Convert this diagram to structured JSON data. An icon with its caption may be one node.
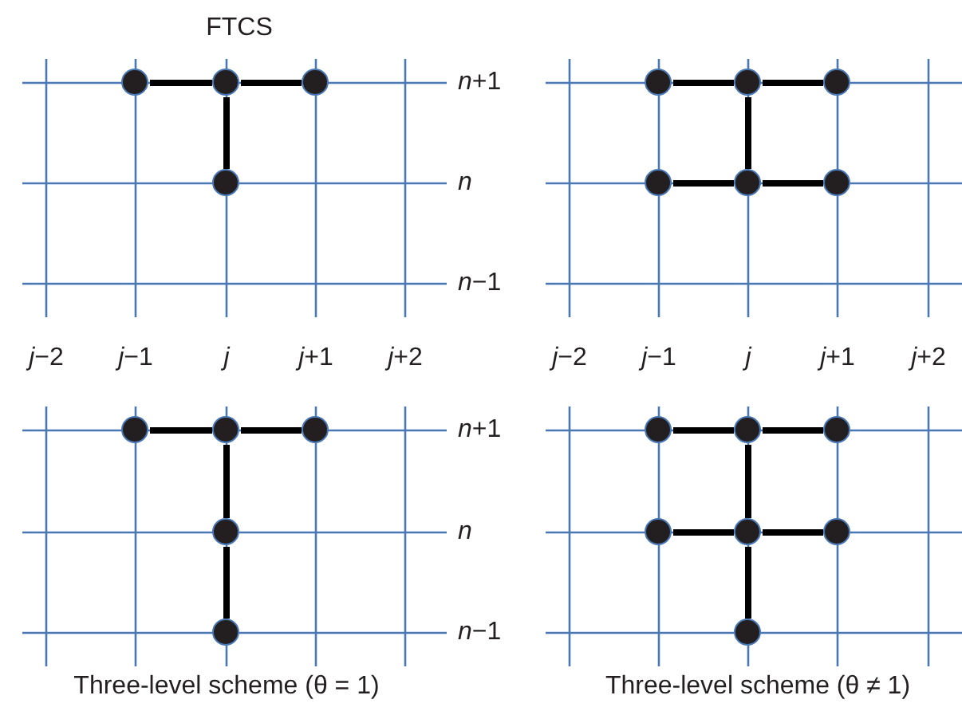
{
  "diagram": {
    "nodes": [
      {
        "text": [],
        "shape": "circle"
      },
      {
        "text": [],
        "shape": "circle"
      },
      {
        "text": [],
        "shape": "circle"
      },
      {
        "text": [],
        "shape": "circle"
      },
      {
        "text": [],
        "shape": "circle"
      },
      {
        "text": [],
        "shape": "circle"
      },
      {
        "text": [],
        "shape": "circle"
      },
      {
        "text": [],
        "shape": "circle"
      },
      {
        "text": [],
        "shape": "circle"
      },
      {
        "text": [],
        "shape": "circle"
      },
      {
        "text": [],
        "shape": "circle"
      },
      {
        "text": [],
        "shape": "circle"
      },
      {
        "text": [],
        "shape": "circle"
      },
      {
        "text": [],
        "shape": "circle"
      },
      {
        "text": [],
        "shape": "circle"
      },
      {
        "text": [],
        "shape": "circle"
      },
      {
        "text": [],
        "shape": "circle"
      },
      {
        "text": [],
        "shape": "circle"
      },
      {
        "text": [],
        "shape": "circle"
      },
      {
        "text": [],
        "shape": "circle"
      },
      {
        "text": [],
        "shape": "circle"
      },
      {
        "text": [],
        "shape": "circle"
      }
    ],
    "edges": [
      {
        "from": 0,
        "to": 1,
        "arrow": "none"
      },
      {
        "from": 1,
        "to": 2,
        "arrow": "none"
      },
      {
        "from": 1,
        "to": 3,
        "arrow": "none"
      },
      {
        "from": 4,
        "to": 5,
        "arrow": "none"
      },
      {
        "from": 5,
        "to": 6,
        "arrow": "none"
      },
      {
        "from": 5,
        "to": 8,
        "arrow": "none"
      },
      {
        "from": 7,
        "to": 8,
        "arrow": "none"
      },
      {
        "from": 8,
        "to": 9,
        "arrow": "none"
      },
      {
        "from": 10,
        "to": 11,
        "arrow": "none"
      },
      {
        "from": 11,
        "to": 12,
        "arrow": "none"
      },
      {
        "from": 11,
        "to": 13,
        "arrow": "none"
      },
      {
        "from": 13,
        "to": 14,
        "arrow": "none"
      },
      {
        "from": 15,
        "to": 16,
        "arrow": "none"
      },
      {
        "from": 16,
        "to": 17,
        "arrow": "none"
      },
      {
        "from": 16,
        "to": 19,
        "arrow": "none"
      },
      {
        "from": 18,
        "to": 19,
        "arrow": "none"
      },
      {
        "from": 19,
        "to": 20,
        "arrow": "none"
      },
      {
        "from": 19,
        "to": 21,
        "arrow": "none"
      }
    ],
    "labels": [
      "FTCS",
      "*n*+1",
      "n",
      "*n*−1",
      "*j*−2",
      "*j*−1",
      "j",
      "*j*+1",
      "*j*+2",
      "*j*−2",
      "*j*−1",
      "j",
      "*j*+1",
      "*j*+2",
      "*n*+1",
      "n",
      "*n*−1",
      "Three-level scheme (θ = 1)",
      "Three-level scheme (θ ≠ 1)"
    ]
  }
}
